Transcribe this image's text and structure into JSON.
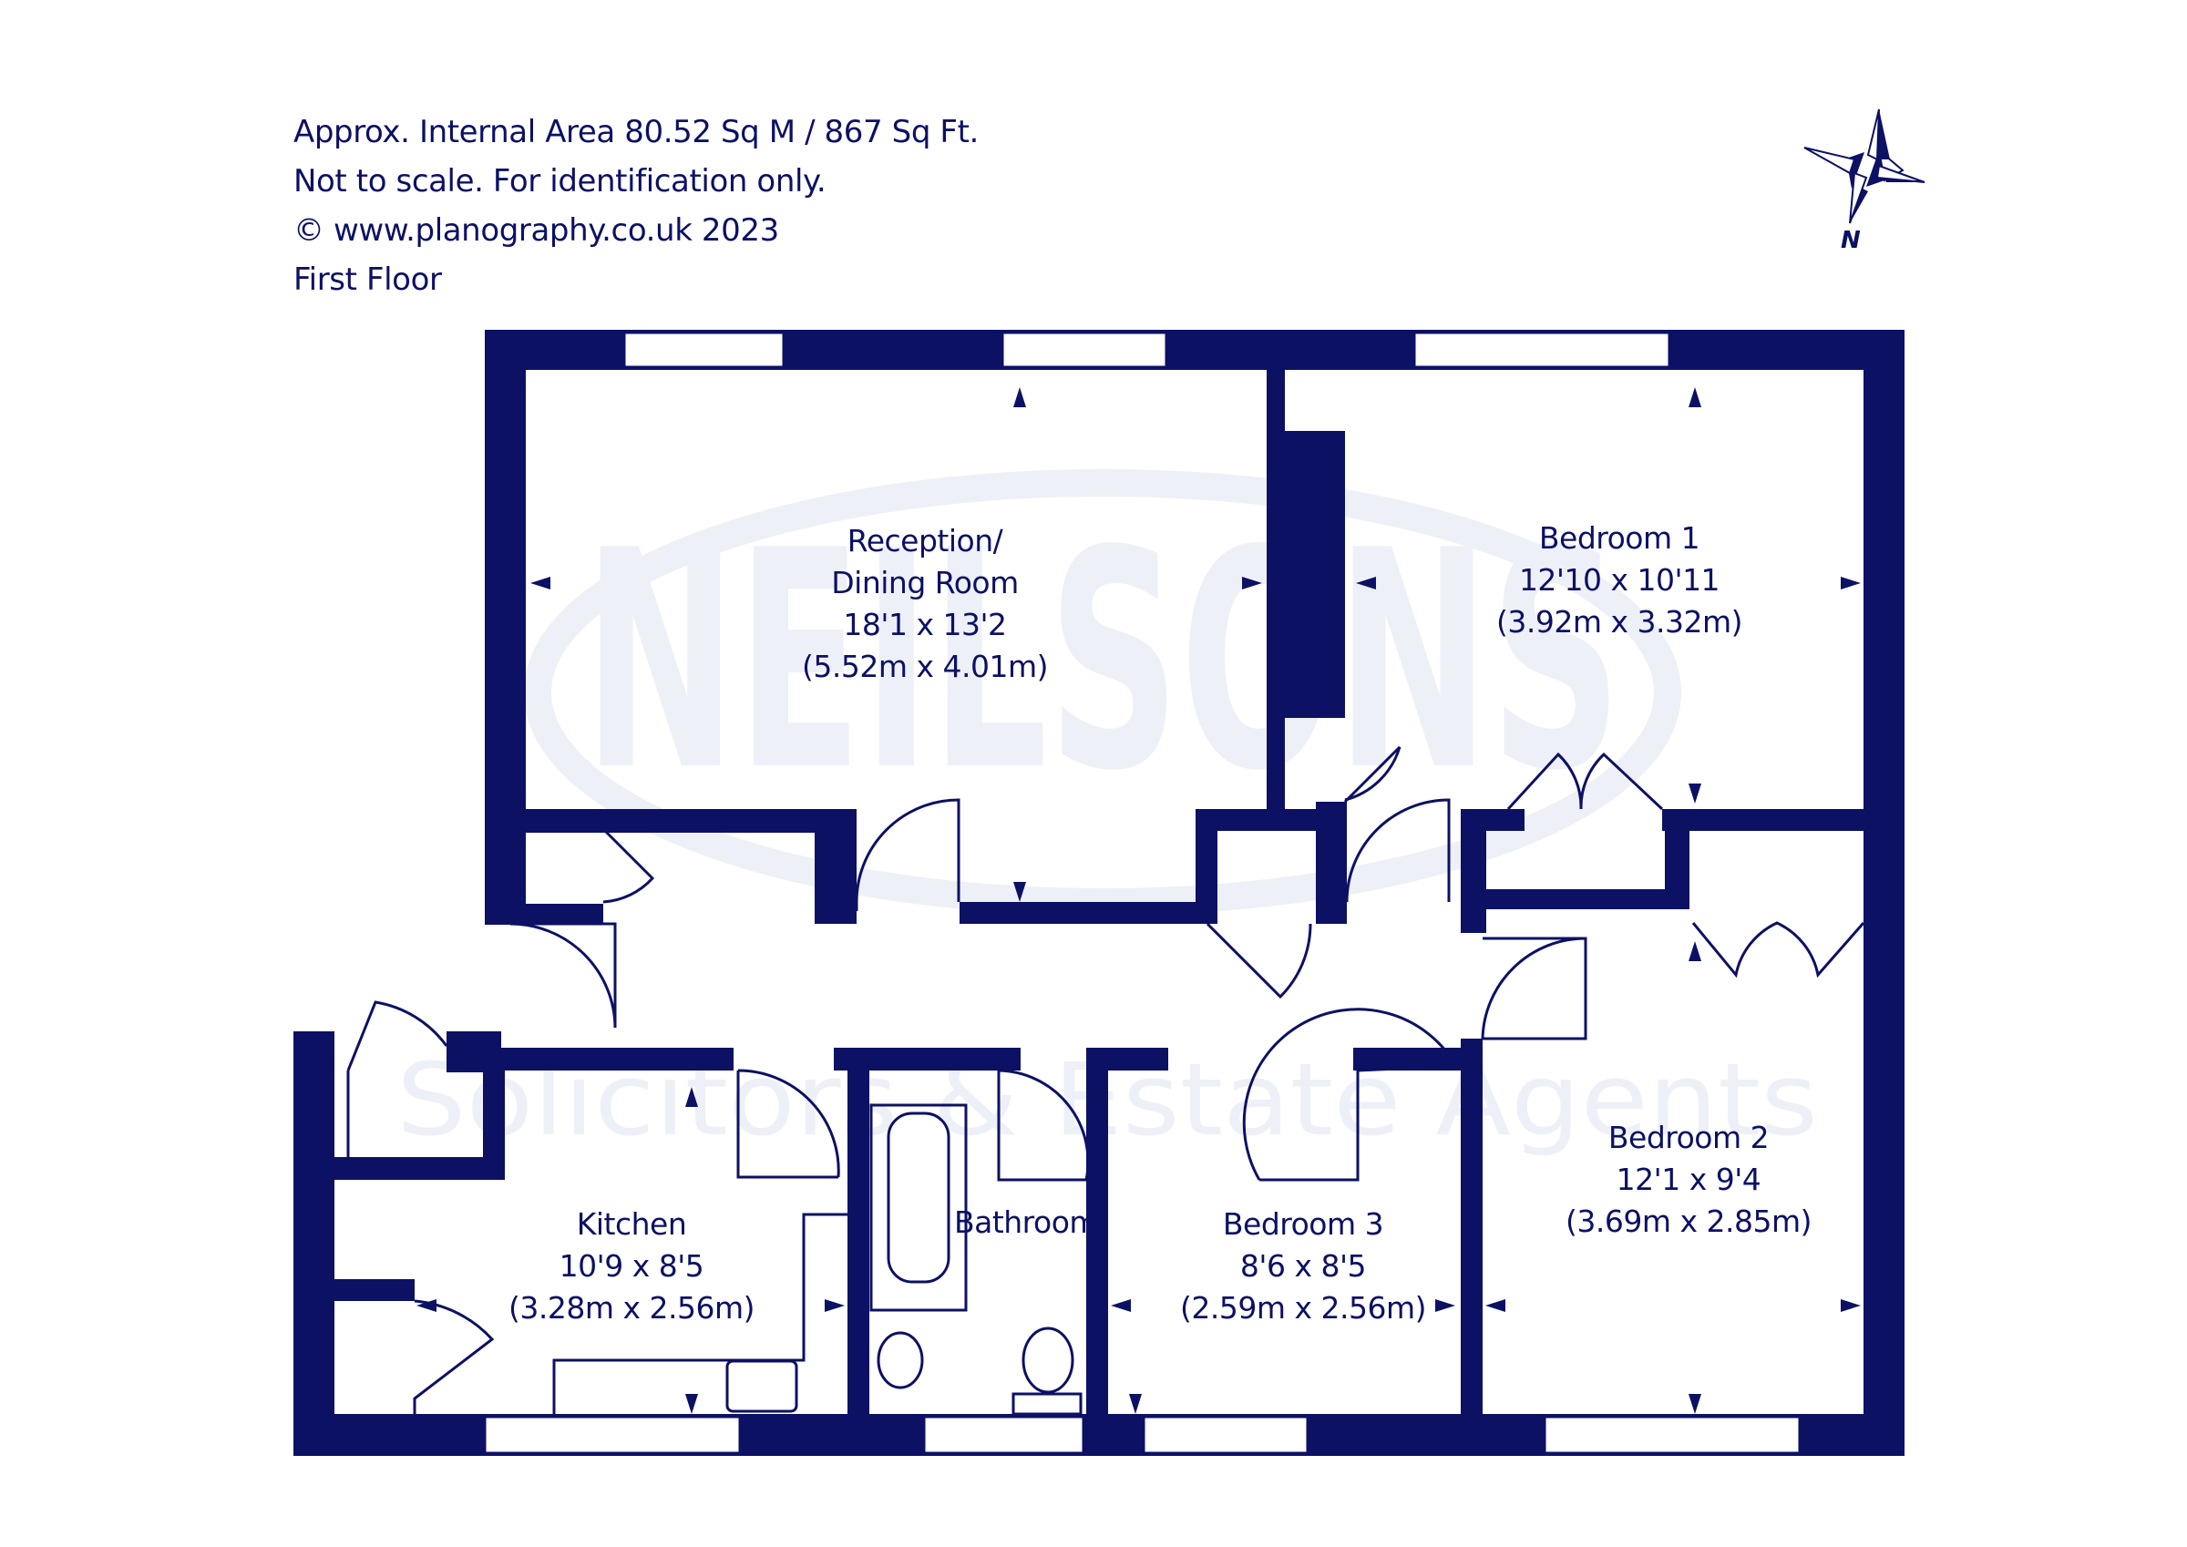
{
  "header": {
    "area": "Approx. Internal Area 80.52 Sq M / 867 Sq Ft.",
    "disclaimer": "Not to scale. For identification only.",
    "copyright": "© www.planography.co.uk 2023",
    "floor": "First Floor"
  },
  "compass": {
    "label": "N"
  },
  "watermark": {
    "brand": "NEILSONS",
    "tagline": "Solicitors & Estate Agents"
  },
  "rooms": {
    "reception": {
      "name_line1": "Reception/",
      "name_line2": "Dining Room",
      "imperial": "18'1 x 13'2",
      "metric": "(5.52m x 4.01m)"
    },
    "bedroom1": {
      "name": "Bedroom 1",
      "imperial": "12'10 x 10'11",
      "metric": "(3.92m x 3.32m)"
    },
    "bedroom2": {
      "name": "Bedroom 2",
      "imperial": "12'1 x 9'4",
      "metric": "(3.69m x 2.85m)"
    },
    "bedroom3": {
      "name": "Bedroom 3",
      "imperial": "8'6 x 8'5",
      "metric": "(2.59m x 2.56m)"
    },
    "kitchen": {
      "name": "Kitchen",
      "imperial": "10'9 x 8'5",
      "metric": "(3.28m x 2.56m)"
    },
    "bathroom": {
      "name": "Bathroom"
    }
  },
  "colors": {
    "wall": "#0c1164",
    "background": "#ffffff",
    "watermark": "#eef0f8"
  }
}
